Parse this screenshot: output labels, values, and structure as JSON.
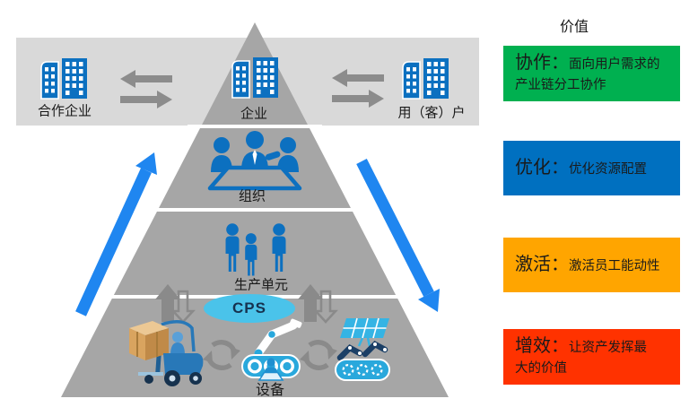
{
  "band": {
    "partner_label": "合作企业",
    "customer_label": "用（客）户"
  },
  "pyramid": {
    "level_enterprise": "企业",
    "level_organization": "组织",
    "level_production_unit": "生产单元",
    "level_equipment": "设备",
    "cps_label": "CPS"
  },
  "value_panel": {
    "title": "价值",
    "items": [
      {
        "label": "协作：",
        "desc": "面向用户需求的\n产业链分工协作",
        "color": "#00B050"
      },
      {
        "label": "优化：",
        "desc": "优化资源配置",
        "color": "#0070C0"
      },
      {
        "label": "激活：",
        "desc": "激活员工能动性",
        "color": "#FFA500"
      },
      {
        "label": "增效：",
        "desc": "让资产发挥最\n大的价值",
        "color": "#FF3200"
      }
    ]
  },
  "colors": {
    "band_gray": "#D9D9D9",
    "pyramid_gray": "#A6A6A6",
    "icon_blue": "#0C70C0",
    "arrow_gray": "#8C8C8C",
    "flow_arrow_blue": "#1F86F0",
    "cps_ellipse": "#4AC3EA"
  },
  "icons": [
    "buildings-icon",
    "exchange-arrows-icon",
    "meeting-icon",
    "worker-icon",
    "up-down-arrows-icon",
    "cycle-arrows-icon",
    "forklift-icon",
    "robot-arm-conveyor-icon",
    "operator-terminal-icon",
    "solar-panel-robots-icon",
    "flow-arrow-up-icon",
    "flow-arrow-down-icon"
  ]
}
